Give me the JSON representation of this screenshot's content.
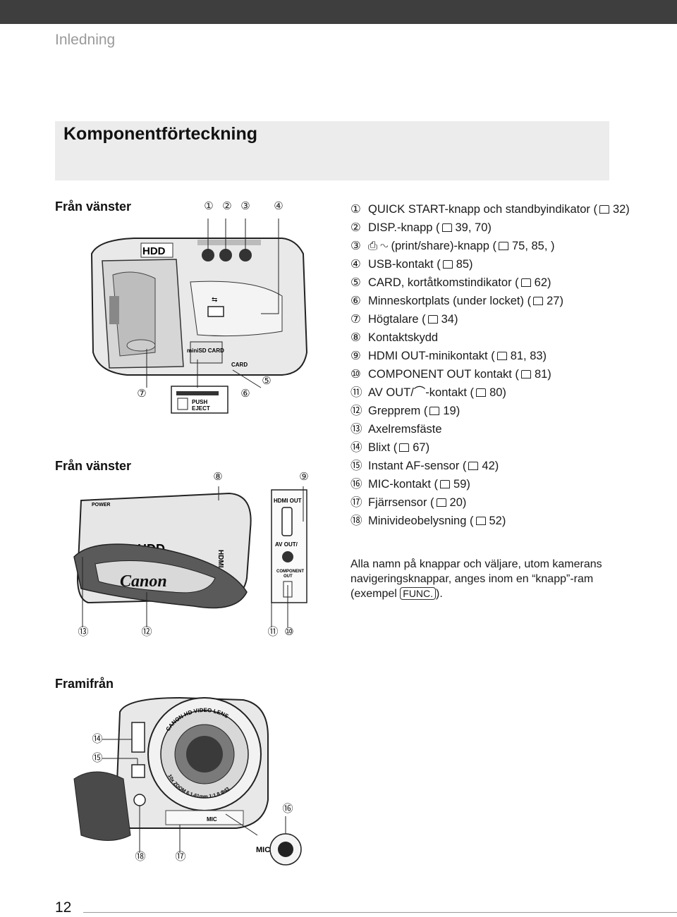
{
  "header": {
    "section": "Inledning"
  },
  "banner": {
    "title": "Komponentförteckning"
  },
  "views": {
    "left1": "Från vänster",
    "left2": "Från vänster",
    "front": "Framifrån"
  },
  "callouts": {
    "c1": "①",
    "c2": "②",
    "c3": "③",
    "c4": "④",
    "c5": "⑤",
    "c6": "⑥",
    "c7": "⑦",
    "c8": "⑧",
    "c9": "⑨",
    "c10": "⑩",
    "c11": "⑪",
    "c12": "⑫",
    "c13": "⑬",
    "c14": "⑭",
    "c15": "⑮",
    "c16": "⑯",
    "c17": "⑰",
    "c18": "⑱"
  },
  "camera_text": {
    "hdd": "HDD",
    "hdd2": "HDD",
    "minisd": "miniSD CARD",
    "card": "CARD",
    "push": "PUSH",
    "eject": "EJECT",
    "power": "POWER",
    "hdmi_out": "HDMI OUT",
    "av_out": "AV OUT/",
    "component": "COMPONENT",
    "out": "OUT",
    "canon": "Canon",
    "hdmi_logo": "HDMI",
    "lens_top": "CANON HD VIDEO LENS",
    "lens_bottom": "10x ZOOM 6.1-61mm 1:1.8 Φ43",
    "mic": "MIC",
    "mic2": "MIC"
  },
  "parts": [
    {
      "num": "①",
      "pre": "QUICK START-knapp och standbyindikator (",
      "ref": "32)"
    },
    {
      "num": "②",
      "pre": "DISP.-knapp (",
      "ref": "39, 70)"
    },
    {
      "num": "③",
      "pre": "⎙ ∿ (print/share)-knapp (",
      "ref": "75, 85, )"
    },
    {
      "num": "④",
      "pre": "USB-kontakt (",
      "ref": "85)"
    },
    {
      "num": "⑤",
      "pre": "CARD, kortåtkomstindikator (",
      "ref": "62)"
    },
    {
      "num": "⑥",
      "pre": "Minneskortplats (under locket) (",
      "ref": "27)"
    },
    {
      "num": "⑦",
      "pre": "Högtalare (",
      "ref": "34)"
    },
    {
      "num": "⑧",
      "pre": "Kontaktskydd",
      "ref": ""
    },
    {
      "num": "⑨",
      "pre": "HDMI OUT-minikontakt (",
      "ref": "81, 83)"
    },
    {
      "num": "⑩",
      "pre": "COMPONENT OUT kontakt (",
      "ref": "81)"
    },
    {
      "num": "⑪",
      "pre": "AV OUT/⌒-kontakt (",
      "ref": "80)"
    },
    {
      "num": "⑫",
      "pre": "Grepprem (",
      "ref": "19)"
    },
    {
      "num": "⑬",
      "pre": "Axelremsfäste",
      "ref": ""
    },
    {
      "num": "⑭",
      "pre": "Blixt (",
      "ref": "67)"
    },
    {
      "num": "⑮",
      "pre": "Instant AF-sensor (",
      "ref": "42)"
    },
    {
      "num": "⑯",
      "pre": "MIC-kontakt (",
      "ref": "59)"
    },
    {
      "num": "⑰",
      "pre": "Fjärrsensor (",
      "ref": "20)"
    },
    {
      "num": "⑱",
      "pre": "Minivideobelysning (",
      "ref": "52)"
    }
  ],
  "note": {
    "text": "Alla namn på knappar och väljare, utom kamerans navigeringsknappar, anges inom en “knapp”-ram (exempel",
    "func": "FUNC.",
    "end": ")."
  },
  "footer": {
    "page": "12"
  }
}
